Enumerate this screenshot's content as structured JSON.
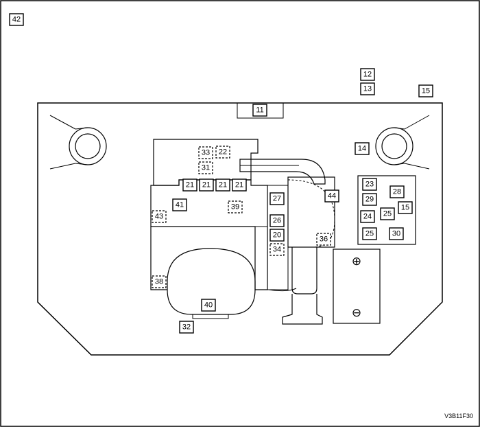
{
  "diagram_code": "V3B11F30",
  "battery": {
    "positive_symbol": "⊕",
    "negative_symbol": "⊖"
  },
  "labels": {
    "n42": "42",
    "n12": "12",
    "n13": "13",
    "n15_top": "15",
    "n11": "11",
    "n14": "14",
    "n33": "33",
    "n22": "22",
    "n31": "31",
    "n21_a": "21",
    "n21_b": "21",
    "n21_c": "21",
    "n21_d": "21",
    "n41": "41",
    "n39": "39",
    "n43": "43",
    "n27": "27",
    "n44": "44",
    "n26": "26",
    "n20": "20",
    "n36": "36",
    "n34": "34",
    "n38": "38",
    "n40": "40",
    "n32": "32",
    "n23": "23",
    "n28": "28",
    "n29": "29",
    "n15_relay": "15",
    "n24": "24",
    "n25_a": "25",
    "n25_b": "25",
    "n30": "30"
  }
}
